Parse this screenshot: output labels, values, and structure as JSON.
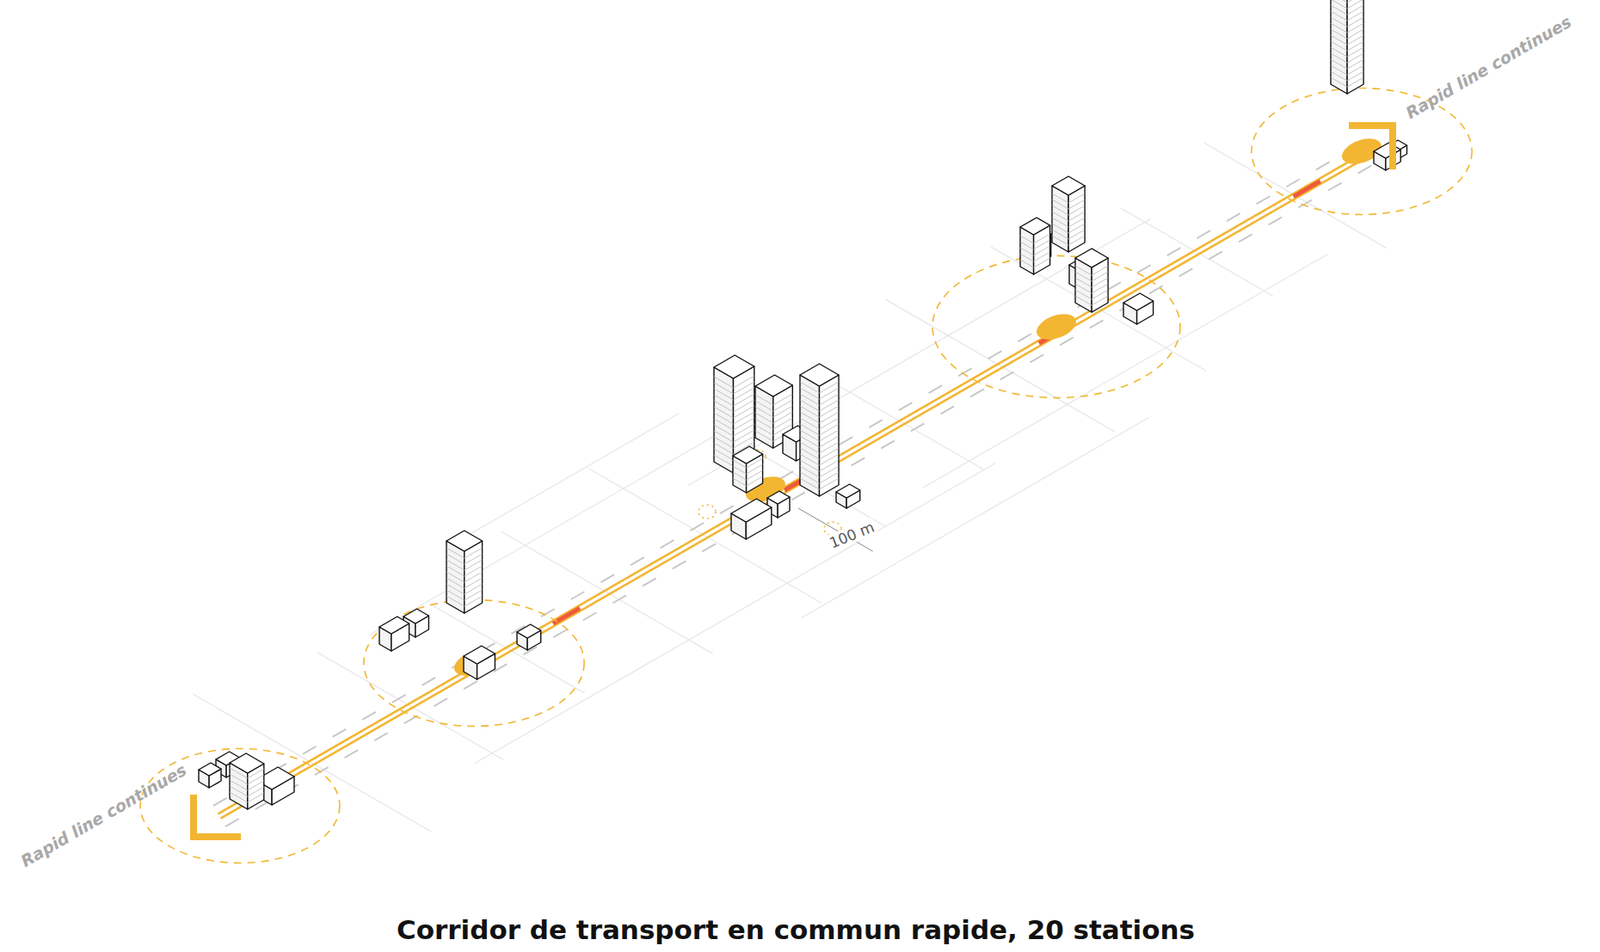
{
  "diagram": {
    "title": "Corridor de transport en commun rapide, 20 stations",
    "labels": [
      "Rapid line continues",
      "Rapid line continues",
      "100 m"
    ]
  }
}
